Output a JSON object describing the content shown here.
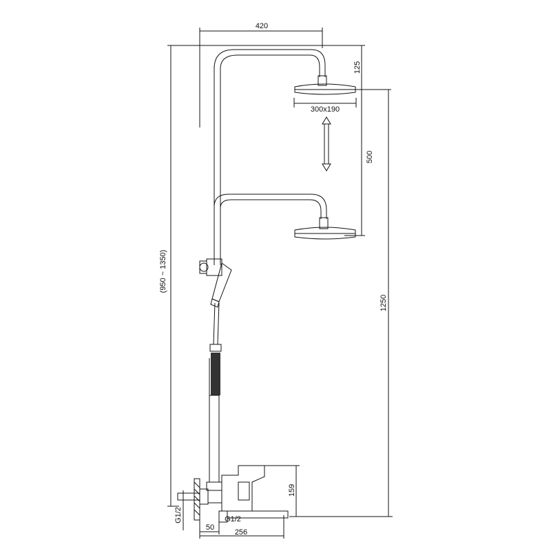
{
  "drawing": {
    "type": "technical drawing - shower system dimensions",
    "dimensions": {
      "top_width": "420",
      "arm_drop": "125",
      "head_size": "300x190",
      "height_adjust": "500",
      "total_height_range": "(950 ~ 1350)",
      "overall_height": "1250",
      "mixer_height": "159",
      "inlet_left": "G1/2",
      "inlet_right": "G1/2",
      "wall_offset": "50",
      "spout_length": "256"
    },
    "colors": {
      "line": "#111111",
      "background": "#ffffff"
    }
  }
}
